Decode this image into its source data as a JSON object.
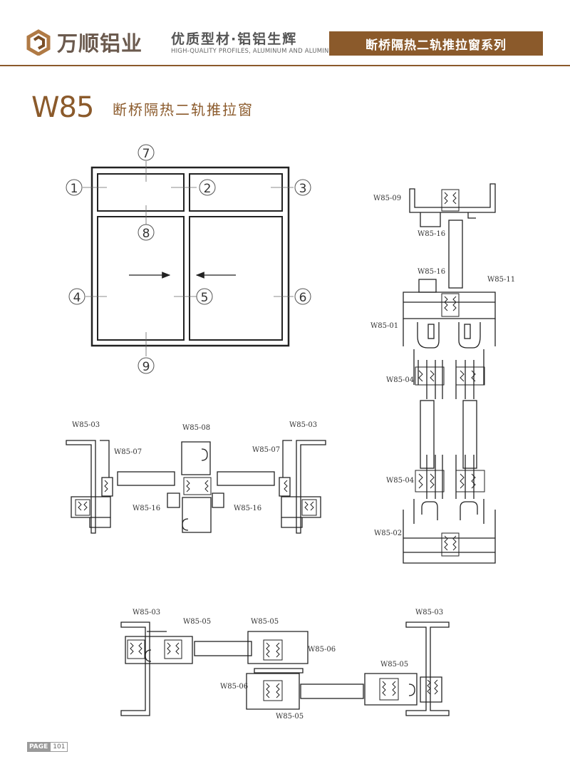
{
  "header": {
    "brand_name": "万顺铝业",
    "tagline_cn": "优质型材·铝铝生辉",
    "tagline_en": "HIGH-QUALITY PROFILES, ALUMINUM AND ALUMINUM",
    "series_title": "断桥隔热二轨推拉窗系列",
    "accent_color": "#8b5a2b"
  },
  "title": {
    "model_code": "W85",
    "model_name": "断桥隔热二轨推拉窗"
  },
  "elevation": {
    "callouts": [
      "1",
      "2",
      "3",
      "4",
      "5",
      "6",
      "7",
      "8",
      "9"
    ]
  },
  "vertical_section": {
    "labels": [
      "W85-09",
      "W85-16",
      "W85-16",
      "W85-11",
      "W85-01",
      "W85-04",
      "W85-04",
      "W85-02"
    ]
  },
  "horizontal_section_1": {
    "labels": [
      "W85-03",
      "W85-08",
      "W85-03",
      "W85-07",
      "W85-07",
      "W85-16",
      "W85-16"
    ]
  },
  "horizontal_section_2": {
    "labels": [
      "W85-03",
      "W85-05",
      "W85-05",
      "W85-03",
      "W85-06",
      "W85-05",
      "W85-06",
      "W85-05"
    ]
  },
  "footer": {
    "page_label": "PAGE",
    "page_number": "101"
  }
}
